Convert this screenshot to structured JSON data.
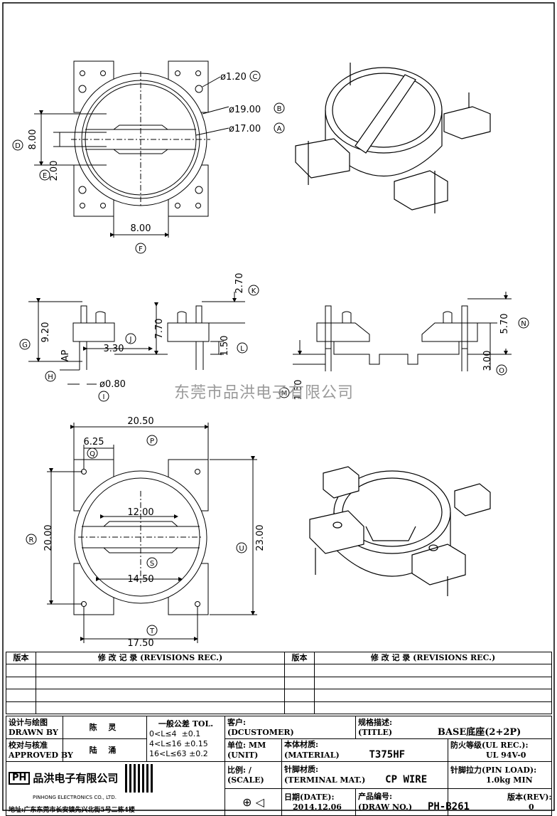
{
  "drawing": {
    "top_view": {
      "dims": [
        "ø1.20",
        "ø19.00",
        "ø17.00",
        "8.00",
        "2.00",
        "8.00"
      ],
      "markers": [
        "C",
        "B",
        "A",
        "D",
        "E",
        "F"
      ]
    },
    "side_view": {
      "dims": [
        "2.70",
        "9.20",
        "7.70",
        "3.30",
        "1.50",
        "AP",
        "ø0.80"
      ],
      "markers": [
        "K",
        "G",
        "J",
        "L",
        "H",
        "I"
      ]
    },
    "front_view": {
      "dims": [
        "5.70",
        "3.00",
        "1.50"
      ],
      "markers": [
        "N",
        "O",
        "M"
      ]
    },
    "bottom_view": {
      "dims": [
        "20.50",
        "6.25",
        "12.00",
        "20.00",
        "23.00",
        "14.50",
        "17.50"
      ],
      "markers": [
        "P",
        "Q",
        "R",
        "U",
        "S",
        "T"
      ]
    },
    "watermark": "东莞市品洪电子有限公司"
  },
  "title_block": {
    "revision_header": {
      "ver": "版本",
      "rev": "修 改 记 录 (REVISIONS REC.)"
    },
    "designer_label": "设计与绘图",
    "designer_label_en": "DRAWN BY",
    "designer": "陈 灵",
    "checker_label": "校对与核准",
    "checker_label_en": "APPROVED BY",
    "checker": "陆 涌",
    "tol_title": "一般公差 TOL.",
    "tol": [
      [
        "0<L≤4",
        "±0.1"
      ],
      [
        "4<L≤16",
        "±0.15"
      ],
      [
        "16<L≤63",
        "±0.2"
      ]
    ],
    "customer_label": "客户:",
    "customer_en": "(DCUSTOMER)",
    "title_label": "规格描述:",
    "title_en": "(TITLE)",
    "title": "BASE底座(2+2P)",
    "unit_label": "单位:",
    "unit_en": "(UNIT)",
    "unit": "MM",
    "material_label": "本体材质:",
    "material_en": "(MATERIAL)",
    "material": "T375HF",
    "fire_label": "防火等级(UL REC.):",
    "fire": "UL 94V-0",
    "scale_label": "比例:",
    "scale_en": "(SCALE)",
    "scale": "/",
    "terminal_label": "针脚材质:",
    "terminal_en": "(TERMINAL MAT.)",
    "terminal": "CP WIRE",
    "pinload_label": "针脚拉力(PIN LOAD):",
    "pinload": "1.0kg MIN",
    "date_label": "日期(DATE):",
    "date": "2014.12.06",
    "drawno_label": "产品编号:",
    "drawno_en": "(DRAW NO.)",
    "drawno": "PH-B261",
    "rev_label": "版本(REV):",
    "rev": "0",
    "company": "品洪电子有限公司",
    "company_en": "PINHONG ELECTRONICS CO., LTD.",
    "address": "地址:广东东莞市长安镇先兴北街5号二栋4楼",
    "logo": "PH"
  }
}
